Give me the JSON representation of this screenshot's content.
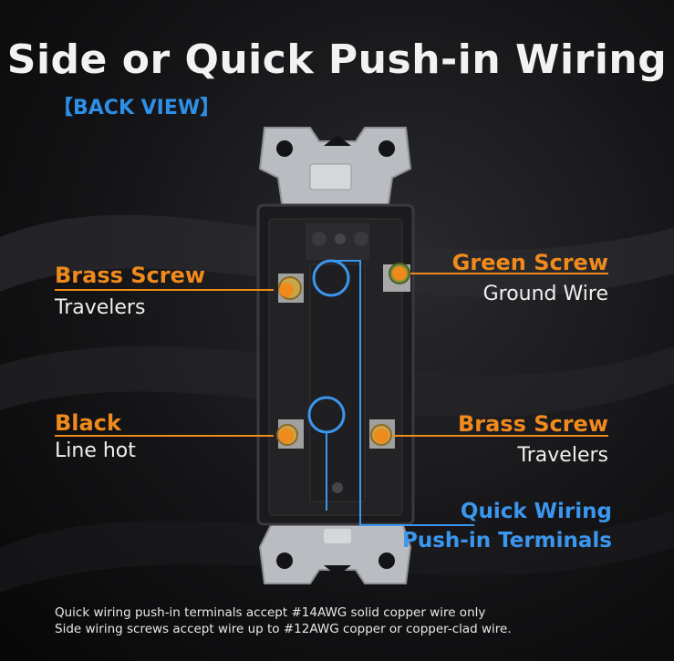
{
  "title": "Side or Quick Push-in Wiring",
  "subtitle": "【BACK VIEW】",
  "labels": {
    "brass_left": {
      "name": "Brass Screw",
      "desc": "Travelers"
    },
    "green": {
      "name": "Green Screw",
      "desc": "Ground Wire"
    },
    "black": {
      "name": "Black",
      "desc": "Line hot"
    },
    "brass_right": {
      "name": "Brass Screw",
      "desc": "Travelers"
    },
    "quick": {
      "line1": "Quick Wiring",
      "line2": "Push-in Terminals"
    }
  },
  "notes": [
    "Quick wiring push-in terminals accept #14AWG solid copper wire only",
    "Side wiring screws accept wire up to #12AWG copper or copper-clad wire."
  ],
  "colors": {
    "accent_orange": "#f08a1c",
    "accent_blue": "#3b96ee"
  }
}
